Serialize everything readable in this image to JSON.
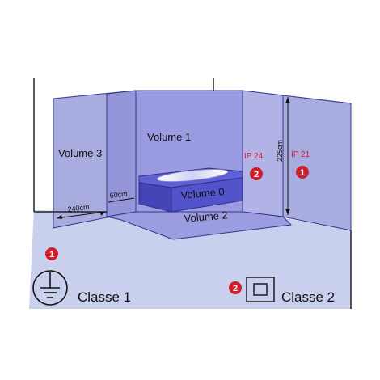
{
  "zones": {
    "volume_1": "Volume 1",
    "volume_3": "Volume 3",
    "volume_0": "Volume 0",
    "volume_2": "Volume 2"
  },
  "dimensions": {
    "width_240": "240cm",
    "width_60": "60cm",
    "height_225": "225cm"
  },
  "ratings": {
    "ip24": "IP 24",
    "ip21": "IP 21"
  },
  "markers": {
    "one": "1",
    "two": "2"
  },
  "legend": {
    "class1": "Classe 1",
    "class2": "Classe 2"
  },
  "colors": {
    "marker_red": "#cc1f2a",
    "ip_text_red": "#d81e2c",
    "zone_blue": "#a9acdf",
    "tub_blue": "#5a5ad0"
  }
}
